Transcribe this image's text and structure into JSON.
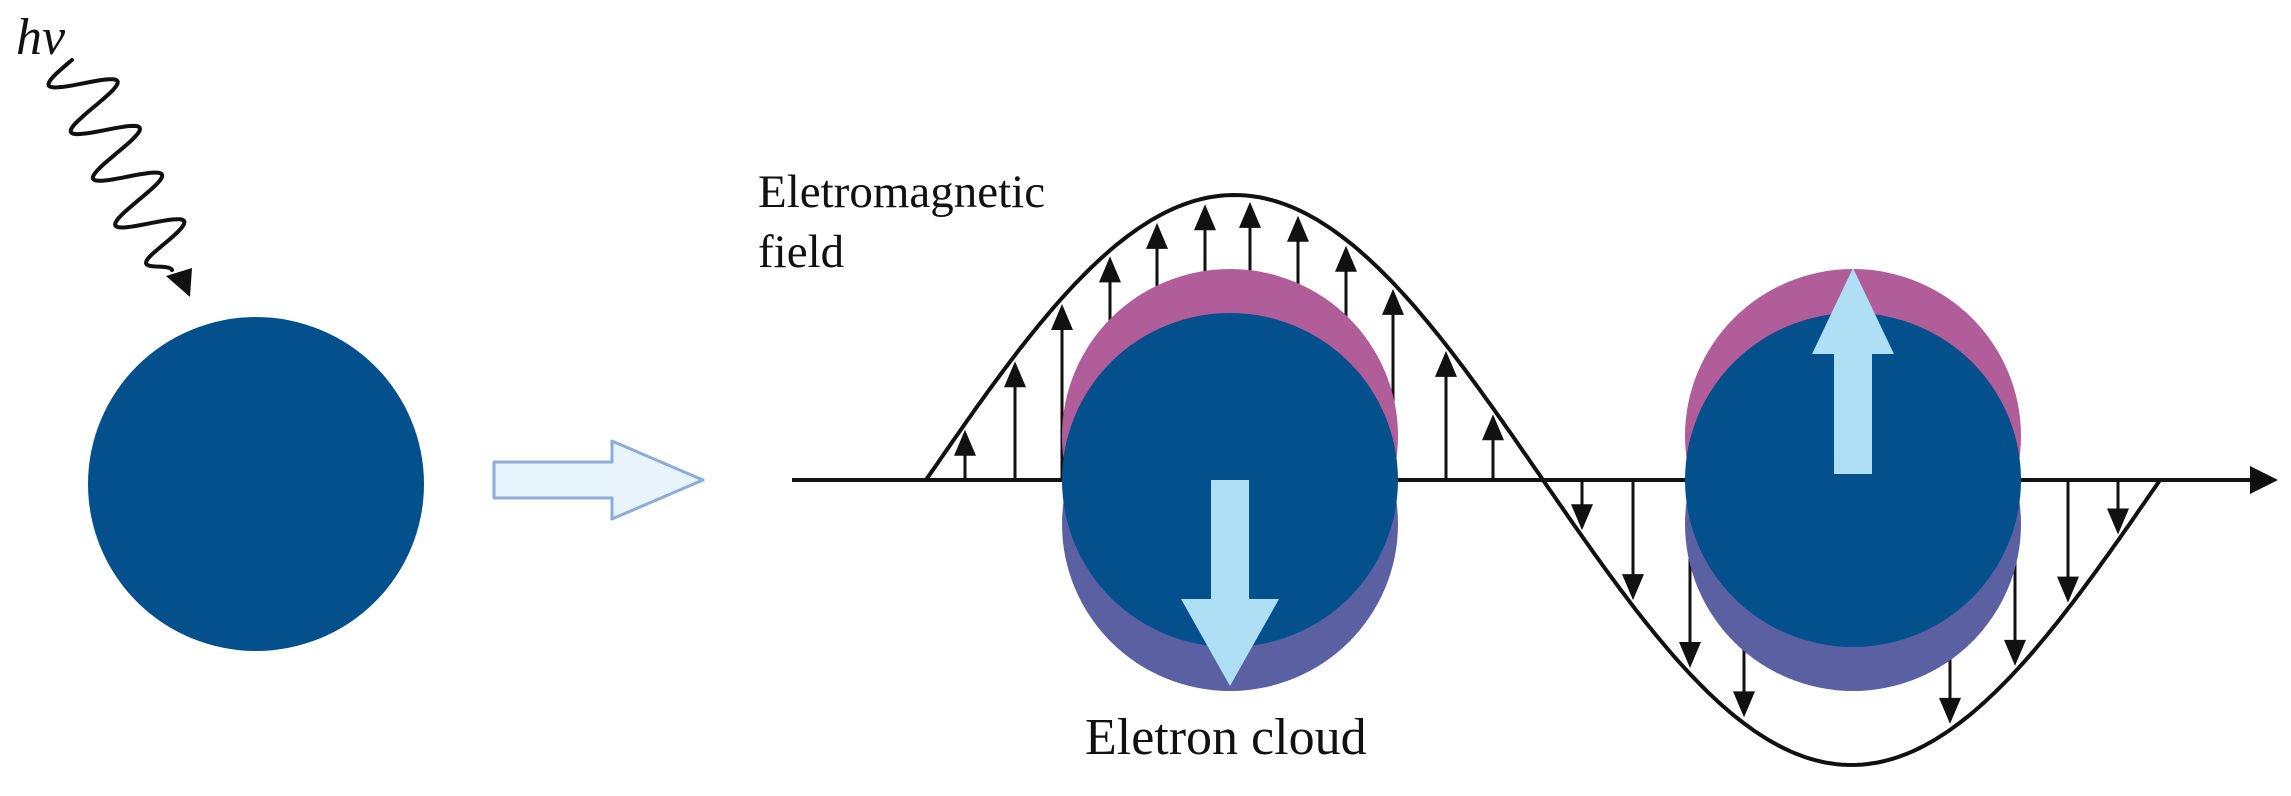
{
  "labels": {
    "photon": "hv",
    "field_line1": "Eletromagnetic",
    "field_line2": "field",
    "electron_cloud": "Eletron cloud"
  },
  "colors": {
    "nanoparticle": "#03508c",
    "cloud_positive": "#b15d9a",
    "cloud_negative": "#5b60a3",
    "dipole_arrow": "#aedff4",
    "transition_arrow_fill": "#e9f3fb",
    "transition_arrow_stroke": "#8aaed8",
    "line": "#111111"
  },
  "icons": {
    "photon": "wavy-arrow",
    "transition": "hollow-right-arrow",
    "dipole_up": "up-arrow",
    "dipole_down": "down-arrow"
  }
}
